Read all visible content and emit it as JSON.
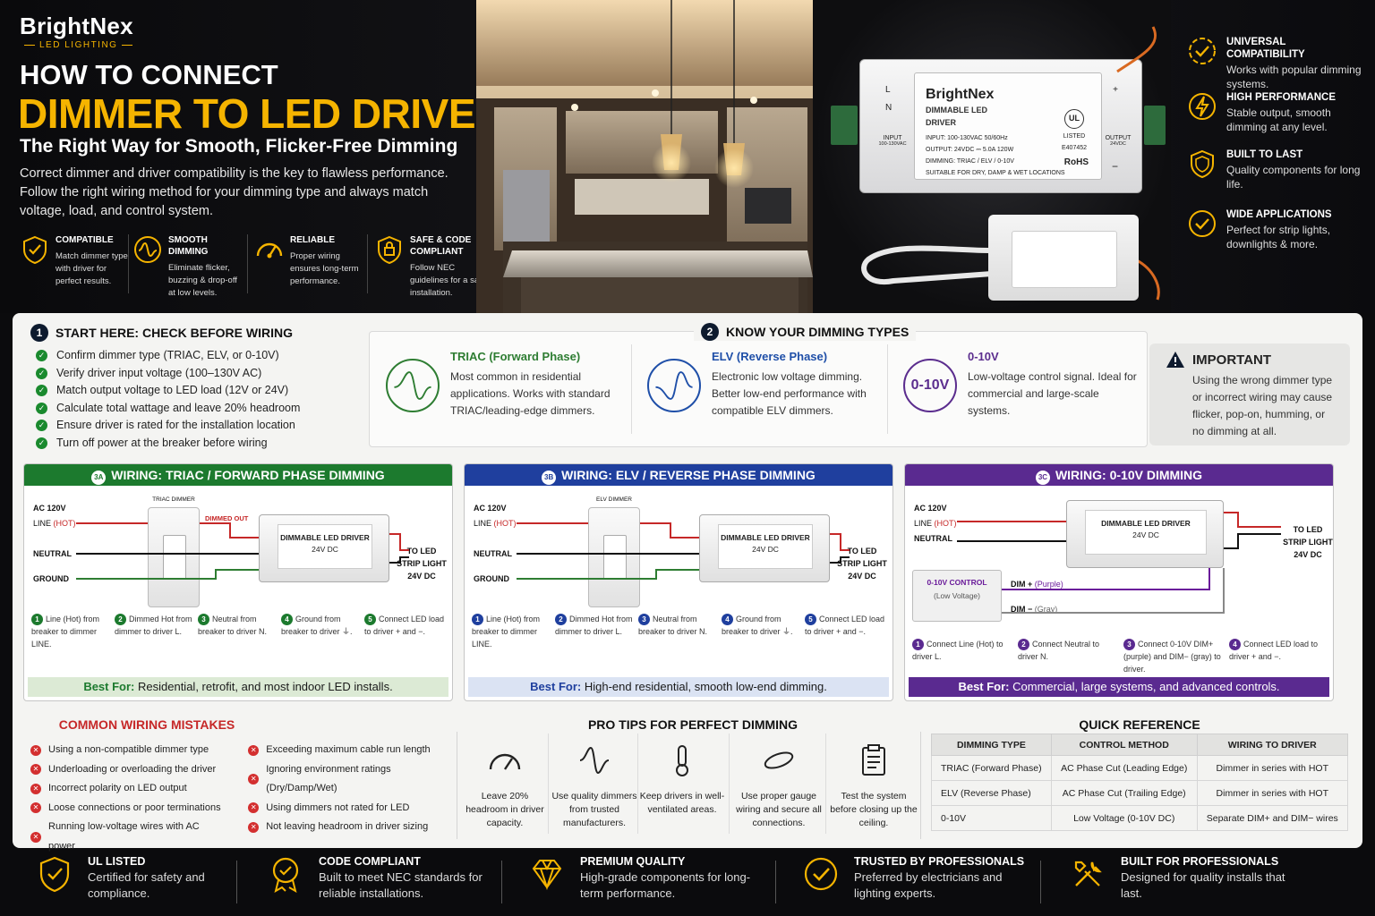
{
  "brand": {
    "name": "BrightNex",
    "sub": "LED LIGHTING"
  },
  "hero": {
    "title_top": "HOW TO CONNECT",
    "title_main": "DIMMER TO LED DRIVER",
    "subtitle": "The Right Way for Smooth, Flicker-Free Dimming",
    "intro": "Correct dimmer and driver compatibility is the key to flawless performance. Follow the right wiring method for your dimming type and always match voltage, load, and control system."
  },
  "hero_features": [
    {
      "icon": "shield-check-icon",
      "title": "COMPATIBLE",
      "desc": "Match dimmer type with driver for perfect results."
    },
    {
      "icon": "wave-icon",
      "title": "SMOOTH DIMMING",
      "desc": "Eliminate flicker, buzzing & drop-off at low levels."
    },
    {
      "icon": "gauge-icon",
      "title": "RELIABLE",
      "desc": "Proper wiring ensures long-term performance."
    },
    {
      "icon": "shield-lock-icon",
      "title": "SAFE & CODE COMPLIANT",
      "desc": "Follow NEC guidelines for a safe installation."
    }
  ],
  "product": {
    "brand": "BrightNex",
    "label_title": "DIMMABLE LED DRIVER",
    "input": "INPUT: 100-130VAC 50/60Hz",
    "output": "OUTPUT: 24VDC ⎓ 5.0A 120W",
    "dimming": "DIMMING: TRIAC / ELV / 0-10V",
    "suitable": "SUITABLE FOR DRY, DAMP & WET LOCATIONS",
    "rohs": "RoHS",
    "ul": "LISTED E407452",
    "left_l": "L",
    "left_n": "N",
    "input_side": "INPUT",
    "input_spec": "100-130VAC",
    "output_side": "OUTPUT",
    "output_spec": "24VDC",
    "plus": "+",
    "minus": "−"
  },
  "right_features": [
    {
      "icon": "target-check-icon",
      "title": "UNIVERSAL COMPATIBILITY",
      "desc": "Works with popular dimming systems."
    },
    {
      "icon": "bolt-icon",
      "title": "HIGH PERFORMANCE",
      "desc": "Stable output, smooth dimming at any level."
    },
    {
      "icon": "shield-icon",
      "title": "BUILT TO LAST",
      "desc": "Quality components for long life."
    },
    {
      "icon": "check-circle-icon",
      "title": "WIDE APPLICATIONS",
      "desc": "Perfect for strip lights, downlights & more."
    }
  ],
  "start": {
    "num": "1",
    "title": "START HERE: CHECK BEFORE WIRING",
    "items": [
      "Confirm dimmer type (TRIAC, ELV, or 0-10V)",
      "Verify driver input voltage (100–130V AC)",
      "Match output voltage to LED load (12V or 24V)",
      "Calculate total wattage and leave 20% headroom",
      "Ensure driver is rated for the installation location",
      "Turn off power at the breaker before wiring"
    ]
  },
  "types": {
    "num": "2",
    "title": "KNOW YOUR DIMMING TYPES",
    "cards": [
      {
        "title": "TRIAC (Forward Phase)",
        "desc": "Most common in residential applications. Works with standard TRIAC/leading-edge dimmers.",
        "color": "#2e7d32"
      },
      {
        "title": "ELV (Reverse Phase)",
        "desc": "Electronic low voltage dimming. Better low-end performance with compatible ELV dimmers.",
        "color": "#1f4fa8"
      },
      {
        "title": "0-10V",
        "desc": "Low-voltage control signal. Ideal for commercial and large-scale systems.",
        "color": "#5b2d8e",
        "circle_text": "0-10V"
      }
    ]
  },
  "important": {
    "title": "IMPORTANT",
    "desc": "Using the wrong dimmer type or incorrect wiring may cause flicker, pop-on, humming, or no dimming at all."
  },
  "wiring": [
    {
      "tag": "3A",
      "title": "WIRING: TRIAC / FORWARD PHASE DIMMING",
      "color": "#1c7a2e",
      "switch_label": "TRIAC DIMMER",
      "ac": "AC 120V",
      "line": "LINE",
      "hot": "(HOT)",
      "neutral": "NEUTRAL",
      "ground": "GROUND",
      "dim_out": "DIMMED OUT",
      "driver": "DIMMABLE LED DRIVER",
      "driver_v": "24V DC",
      "to_led": "TO LED STRIP LIGHT 24V DC",
      "steps": [
        {
          "n": "1",
          "t": "Line (Hot) from breaker to dimmer LINE."
        },
        {
          "n": "2",
          "t": "Dimmed Hot from dimmer to driver L."
        },
        {
          "n": "3",
          "t": "Neutral from breaker to driver N."
        },
        {
          "n": "4",
          "t": "Ground from breaker to driver ⏚."
        },
        {
          "n": "5",
          "t": "Connect LED load to driver + and −."
        }
      ],
      "best_label": "Best For:",
      "best": "Residential, retrofit, and most indoor LED installs.",
      "best_bg": "#dcead5",
      "best_color": "#1a1a1a"
    },
    {
      "tag": "3B",
      "title": "WIRING: ELV / REVERSE PHASE DIMMING",
      "color": "#1f3f9e",
      "switch_label": "ELV DIMMER",
      "ac": "AC 120V",
      "line": "LINE",
      "hot": "(HOT)",
      "neutral": "NEUTRAL",
      "ground": "GROUND",
      "dim_out": "",
      "driver": "DIMMABLE LED DRIVER",
      "driver_v": "24V DC",
      "to_led": "TO LED STRIP LIGHT 24V DC",
      "steps": [
        {
          "n": "1",
          "t": "Line (Hot) from breaker to dimmer LINE."
        },
        {
          "n": "2",
          "t": "Dimmed Hot from dimmer to driver L."
        },
        {
          "n": "3",
          "t": "Neutral from breaker to driver N."
        },
        {
          "n": "4",
          "t": "Ground from breaker to driver ⏚."
        },
        {
          "n": "5",
          "t": "Connect LED load to driver + and −."
        }
      ],
      "best_label": "Best For:",
      "best": "High-end residential, smooth low-end dimming.",
      "best_bg": "#dbe3f3",
      "best_color": "#1a1a1a"
    },
    {
      "tag": "3C",
      "title": "WIRING: 0-10V DIMMING",
      "color": "#5a2a90",
      "ac": "AC 120V",
      "line": "LINE",
      "hot": "(HOT)",
      "neutral": "NEUTRAL",
      "driver": "DIMMABLE LED DRIVER",
      "driver_v": "24V DC",
      "to_led": "TO LED STRIP LIGHT 24V DC",
      "ctrl": "0-10V CONTROL",
      "ctrl_sub": "(Low Voltage)",
      "dim_plus": "DIM +",
      "dim_plus_c": "(Purple)",
      "dim_minus": "DIM −",
      "dim_minus_c": "(Gray)",
      "steps": [
        {
          "n": "1",
          "t": "Connect Line (Hot) to driver L."
        },
        {
          "n": "2",
          "t": "Connect Neutral to driver N."
        },
        {
          "n": "3",
          "t": "Connect 0-10V DIM+ (purple) and DIM− (gray) to driver."
        },
        {
          "n": "4",
          "t": "Connect LED load to driver + and −."
        }
      ],
      "best_label": "Best For:",
      "best": "Commercial, large systems, and advanced controls.",
      "best_bg": "#5a2a90",
      "best_color": "#ffffff"
    }
  ],
  "mistakes": {
    "title": "COMMON WIRING MISTAKES",
    "col1": [
      "Using a non-compatible dimmer type",
      "Underloading or overloading the driver",
      "Incorrect polarity on LED output",
      "Loose connections or poor terminations",
      "Running low-voltage wires with AC power"
    ],
    "col2": [
      "Exceeding maximum cable run length",
      "Ignoring environment ratings (Dry/Damp/Wet)",
      "Using dimmers not rated for LED",
      "Not leaving headroom in driver sizing"
    ]
  },
  "tips": {
    "title": "PRO TIPS FOR PERFECT DIMMING",
    "items": [
      {
        "icon": "gauge-icon",
        "t": "Leave 20% headroom in driver capacity."
      },
      {
        "icon": "wave-icon",
        "t": "Use quality dimmers from trusted manufacturers."
      },
      {
        "icon": "thermometer-icon",
        "t": "Keep drivers in well-ventilated areas."
      },
      {
        "icon": "cable-icon",
        "t": "Use proper gauge wiring and secure all connections."
      },
      {
        "icon": "clipboard-icon",
        "t": "Test the system before closing up the ceiling."
      }
    ]
  },
  "quickref": {
    "title": "QUICK REFERENCE",
    "headers": [
      "DIMMING TYPE",
      "CONTROL METHOD",
      "WIRING TO DRIVER"
    ],
    "rows": [
      [
        "TRIAC (Forward Phase)",
        "AC Phase Cut (Leading Edge)",
        "Dimmer in series with HOT"
      ],
      [
        "ELV (Reverse Phase)",
        "AC Phase Cut (Trailing Edge)",
        "Dimmer in series with HOT"
      ],
      [
        "0-10V",
        "Low Voltage (0-10V DC)",
        "Separate DIM+ and DIM− wires"
      ]
    ]
  },
  "footer": [
    {
      "icon": "shield-check-icon",
      "title": "UL LISTED",
      "desc": "Certified for safety and compliance."
    },
    {
      "icon": "badge-icon",
      "title": "CODE COMPLIANT",
      "desc": "Built to meet NEC standards for reliable installations."
    },
    {
      "icon": "diamond-icon",
      "title": "PREMIUM QUALITY",
      "desc": "High-grade components for long-term performance."
    },
    {
      "icon": "check-circle-icon",
      "title": "TRUSTED BY PROFESSIONALS",
      "desc": "Preferred by electricians and lighting experts."
    },
    {
      "icon": "tools-icon",
      "title": "BUILT FOR PROFESSIONALS",
      "desc": "Designed for quality installs that last."
    }
  ],
  "colors": {
    "accent": "#f5b400",
    "triac": "#1c7a2e",
    "elv": "#1f3f9e",
    "zero10": "#5a2a90",
    "error": "#d32f2f",
    "check": "#1a8a2e"
  }
}
